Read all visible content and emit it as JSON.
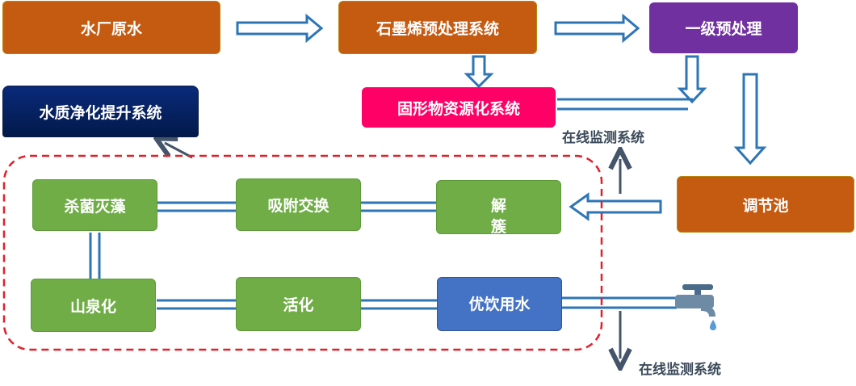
{
  "nodes": {
    "raw_water": "水厂原水",
    "graphene": "石墨烯预处理系统",
    "primary": "一级预处理",
    "solid": "固形物资源化系统",
    "upgrade": "水质净化提升系统",
    "sterilize": "杀菌灭藻",
    "adsorb": "吸附交换",
    "decluster": "解簇",
    "spring": "山泉化",
    "activate": "活化",
    "premium": "优饮用水",
    "tank": "调节池"
  },
  "labels": {
    "monitor_1": "在线监测系统",
    "monitor_2": "在线监测系统"
  },
  "colors": {
    "orange": "#c55a11",
    "purple": "#7030a0",
    "pink": "#ff0066",
    "navy": "#0a2a7a",
    "green": "#70ad47",
    "blue": "#4472c4",
    "arrow": "#2e75b6",
    "dashed": "#e0202a"
  },
  "icons": [
    "water-tap-icon"
  ]
}
